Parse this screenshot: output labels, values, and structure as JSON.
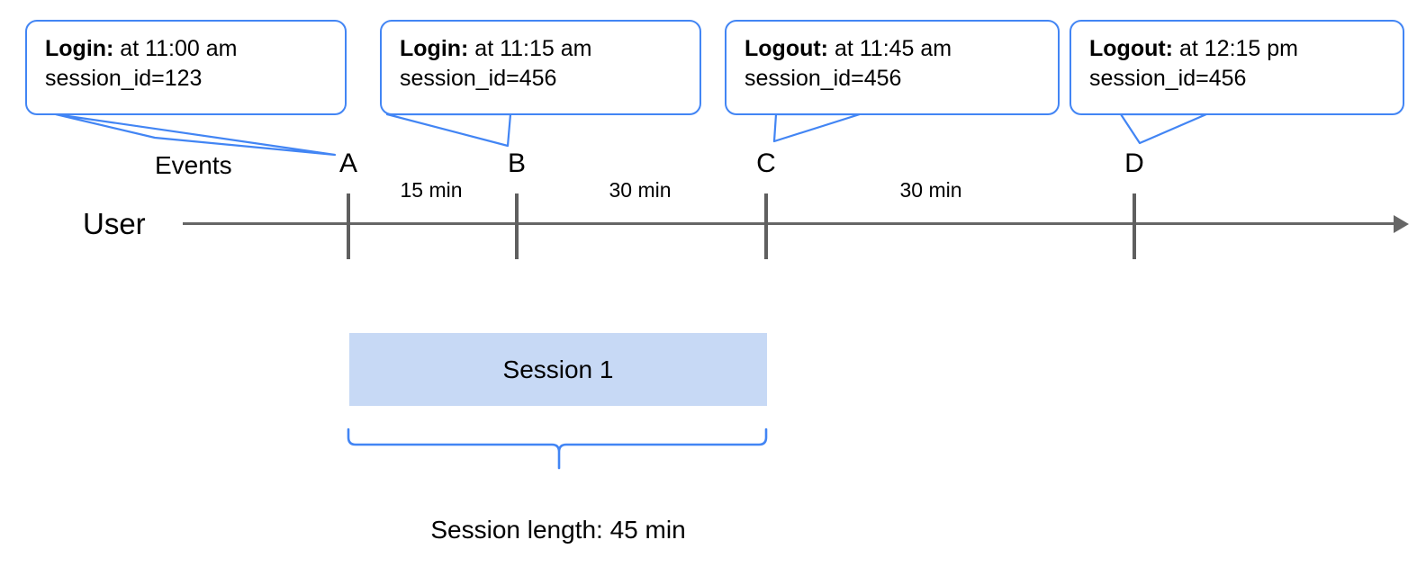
{
  "diagram": {
    "row_labels": {
      "events": "Events",
      "user": "User"
    },
    "callouts": [
      {
        "event": "Login:",
        "time": " at 11:00 am",
        "session": "session_id=123"
      },
      {
        "event": "Login:",
        "time": " at 11:15 am",
        "session": "session_id=456"
      },
      {
        "event": "Logout:",
        "time": " at 11:45 am",
        "session": "session_id=456"
      },
      {
        "event": "Logout:",
        "time": " at 12:15 pm",
        "session": "session_id=456"
      }
    ],
    "markers": [
      {
        "label": "A"
      },
      {
        "label": "B"
      },
      {
        "label": "C"
      },
      {
        "label": "D"
      }
    ],
    "gaps": [
      {
        "label": "15 min"
      },
      {
        "label": "30 min"
      },
      {
        "label": "30 min"
      }
    ],
    "session": {
      "bar_label": "Session 1",
      "caption": "Session length: 45 min"
    },
    "colors": {
      "accent": "#4285f4",
      "session_fill": "#c7d9f5",
      "axis": "#666666",
      "tick": "#5f5f5f",
      "text": "#000000"
    }
  }
}
